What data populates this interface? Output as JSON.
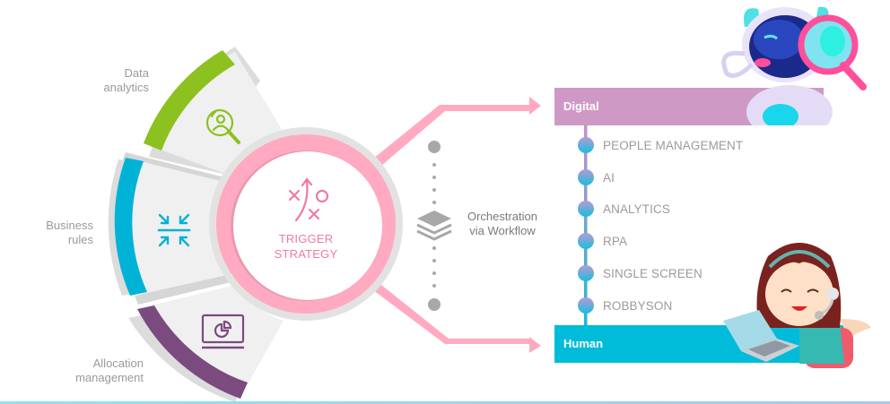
{
  "segments": [
    {
      "id": "data-analytics",
      "label_line1": "Data",
      "label_line2": "analytics",
      "icon": "person-search-icon",
      "color": "#8cc11f"
    },
    {
      "id": "business-rules",
      "label_line1": "Business",
      "label_line2": "rules",
      "icon": "collapse-arrows-icon",
      "color": "#00b3d6"
    },
    {
      "id": "allocation-management",
      "label_line1": "Allocation",
      "label_line2": "management",
      "icon": "monitor-pie-chart-icon",
      "color": "#7b4a7f"
    }
  ],
  "center": {
    "title_line1": "TRIGGER",
    "title_line2": "STRATEGY",
    "icon": "strategy-play-icon",
    "color": "#f07aa0",
    "ring_color": "#ffaac0"
  },
  "orchestration": {
    "label_line1": "Orchestration",
    "label_line2": "via Workflow",
    "icon": "layers-icon"
  },
  "digital": {
    "label": "Digital",
    "color": "#cf99c6",
    "illustration": "robot-magnifier-icon"
  },
  "human": {
    "label": "Human",
    "color": "#00bcd9",
    "illustration": "support-agent-woman-icon"
  },
  "timeline": [
    {
      "label": "PEOPLE MANAGEMENT"
    },
    {
      "label": "AI"
    },
    {
      "label": "ANALYTICS"
    },
    {
      "label": "RPA"
    },
    {
      "label": "SINGLE SCREEN"
    },
    {
      "label": "ROBBYSON"
    }
  ]
}
